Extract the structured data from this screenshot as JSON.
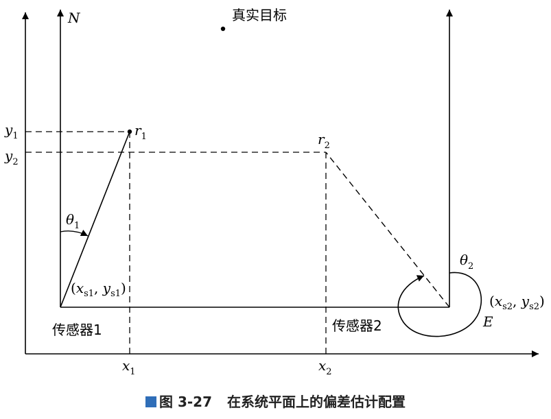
{
  "labels": {
    "north": "N",
    "true_target": "真实目标",
    "r1": "r",
    "r1_sub": "1",
    "r2": "r",
    "r2_sub": "2",
    "y1": "y",
    "y1_sub": "1",
    "y2": "y",
    "y2_sub": "2",
    "x1": "x",
    "x1_sub": "1",
    "x2": "x",
    "x2_sub": "2",
    "theta1": "θ",
    "theta1_sub": "1",
    "theta2": "θ",
    "theta2_sub": "2",
    "sensor1_coord_open": "(",
    "sensor1_coord_x": "x",
    "sensor1_coord_x_sub": "s1",
    "sensor1_coord_sep": ", ",
    "sensor1_coord_y": "y",
    "sensor1_coord_y_sub": "s1",
    "sensor1_coord_close": ")",
    "sensor2_coord_open": "(",
    "sensor2_coord_x": "x",
    "sensor2_coord_x_sub": "s2",
    "sensor2_coord_sep": ", ",
    "sensor2_coord_y": "y",
    "sensor2_coord_y_sub": "s2",
    "sensor2_coord_close": ")",
    "sensor1": "传感器1",
    "sensor2": "传感器2",
    "east": "E"
  },
  "caption": {
    "figure_number": "图 3-27",
    "title": "在系统平面上的偏差估计配置"
  },
  "colors": {
    "line": "#000000",
    "caption_square": "#2f6eb8"
  }
}
